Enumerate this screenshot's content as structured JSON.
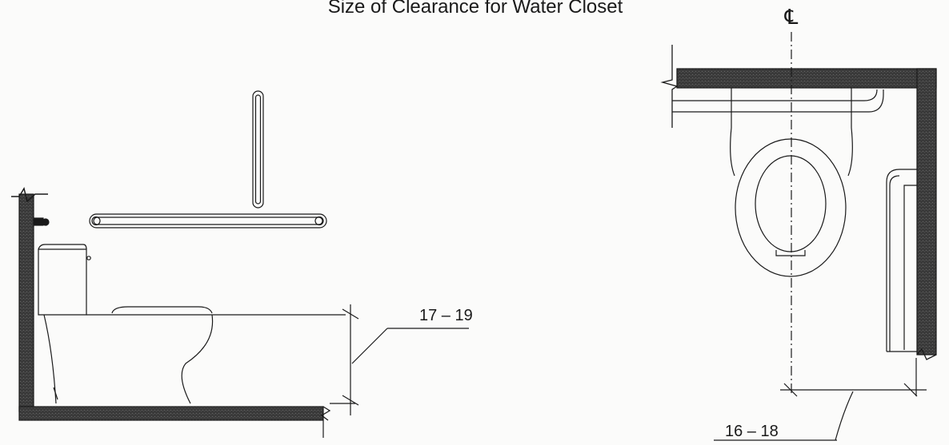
{
  "diagram": {
    "title": "Size of Clearance for Water Closet",
    "side_view": {
      "seat_height_label": "17 – 19"
    },
    "plan_view": {
      "centerline_label": "℄",
      "centerline_offset_label": "16 – 18"
    }
  },
  "colors": {
    "ink": "#1a1a1a",
    "wall_fill": "#3a3a3a",
    "paper": "#fbfbfa"
  }
}
